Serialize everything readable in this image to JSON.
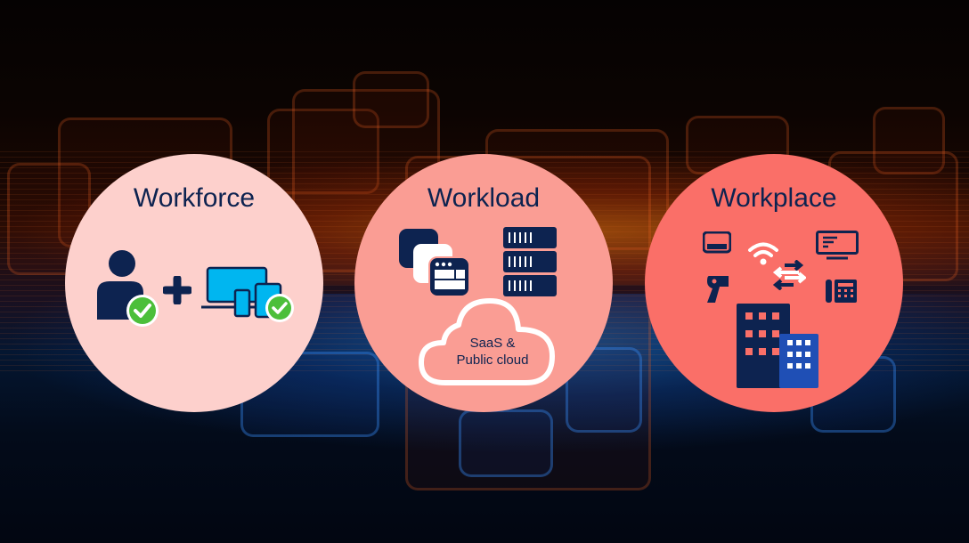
{
  "diagram": {
    "circles": [
      {
        "title": "Workforce",
        "color": "#fdd0cc",
        "icons": [
          "user-check-icon",
          "plus-icon",
          "devices-check-icon"
        ]
      },
      {
        "title": "Workload",
        "color": "#fa9d94",
        "icons": [
          "app-windows-icon",
          "server-stack-icon",
          "cloud-icon"
        ],
        "cloud_label_line1": "SaaS &",
        "cloud_label_line2": "Public cloud"
      },
      {
        "title": "Workplace",
        "color": "#fa6f68",
        "icons": [
          "pager-icon",
          "wifi-icon",
          "display-icon",
          "barcode-scanner-icon",
          "exchange-arrows-icon",
          "desk-phone-icon",
          "buildings-icon"
        ]
      }
    ],
    "colors": {
      "navy": "#0d2350",
      "device_blue": "#00b6f0",
      "check_green": "#4cbf3a",
      "building_blue": "#1f4fb5"
    }
  }
}
